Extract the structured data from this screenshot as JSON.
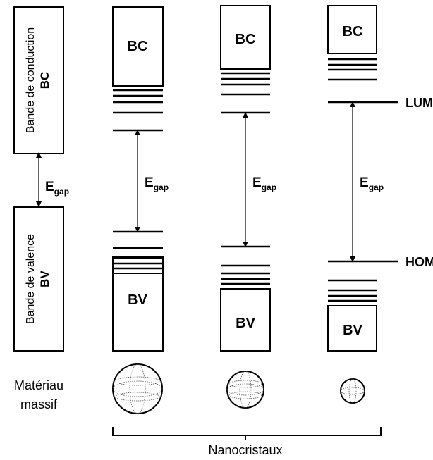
{
  "labels": {
    "bulk_conduction_band": "Bande de conduction",
    "bulk_valence_band": "Bande de valence",
    "bc": "BC",
    "bv": "BV",
    "egap_main": "E",
    "egap_sub": "gap",
    "lumo": "LUMO",
    "homo": "HOMO",
    "bulk_material_line1": "Matériau",
    "bulk_material_line2": "massif",
    "nanocrystals": "Nanocristaux"
  }
}
